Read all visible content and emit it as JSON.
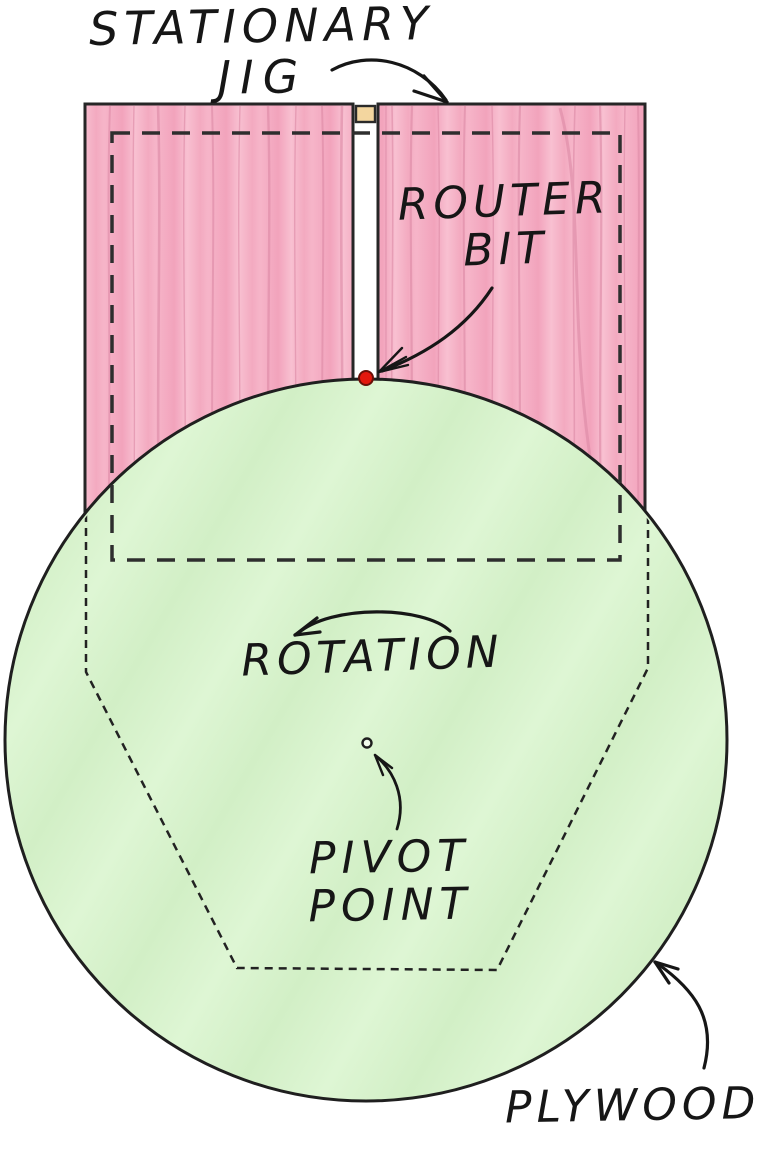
{
  "labels": {
    "stationary_jig_line1": "STATIONARY",
    "stationary_jig_line2": "JIG",
    "router_bit_line1": "ROUTER",
    "router_bit_line2": "BIT",
    "rotation": "ROTATION",
    "pivot_point_line1": "PIVOT",
    "pivot_point_line2": "POINT",
    "plywood": "PLYWOOD"
  },
  "colors": {
    "jig_wood_pink": "#f5b0c5",
    "jig_grain_pink": "#dd8aa6",
    "plywood_green": "#d5f1c9",
    "guide_block_tan": "#f3d69f",
    "router_bit_red": "#e3170d",
    "ink_black": "#1a1a1a",
    "background": "#ffffff"
  }
}
